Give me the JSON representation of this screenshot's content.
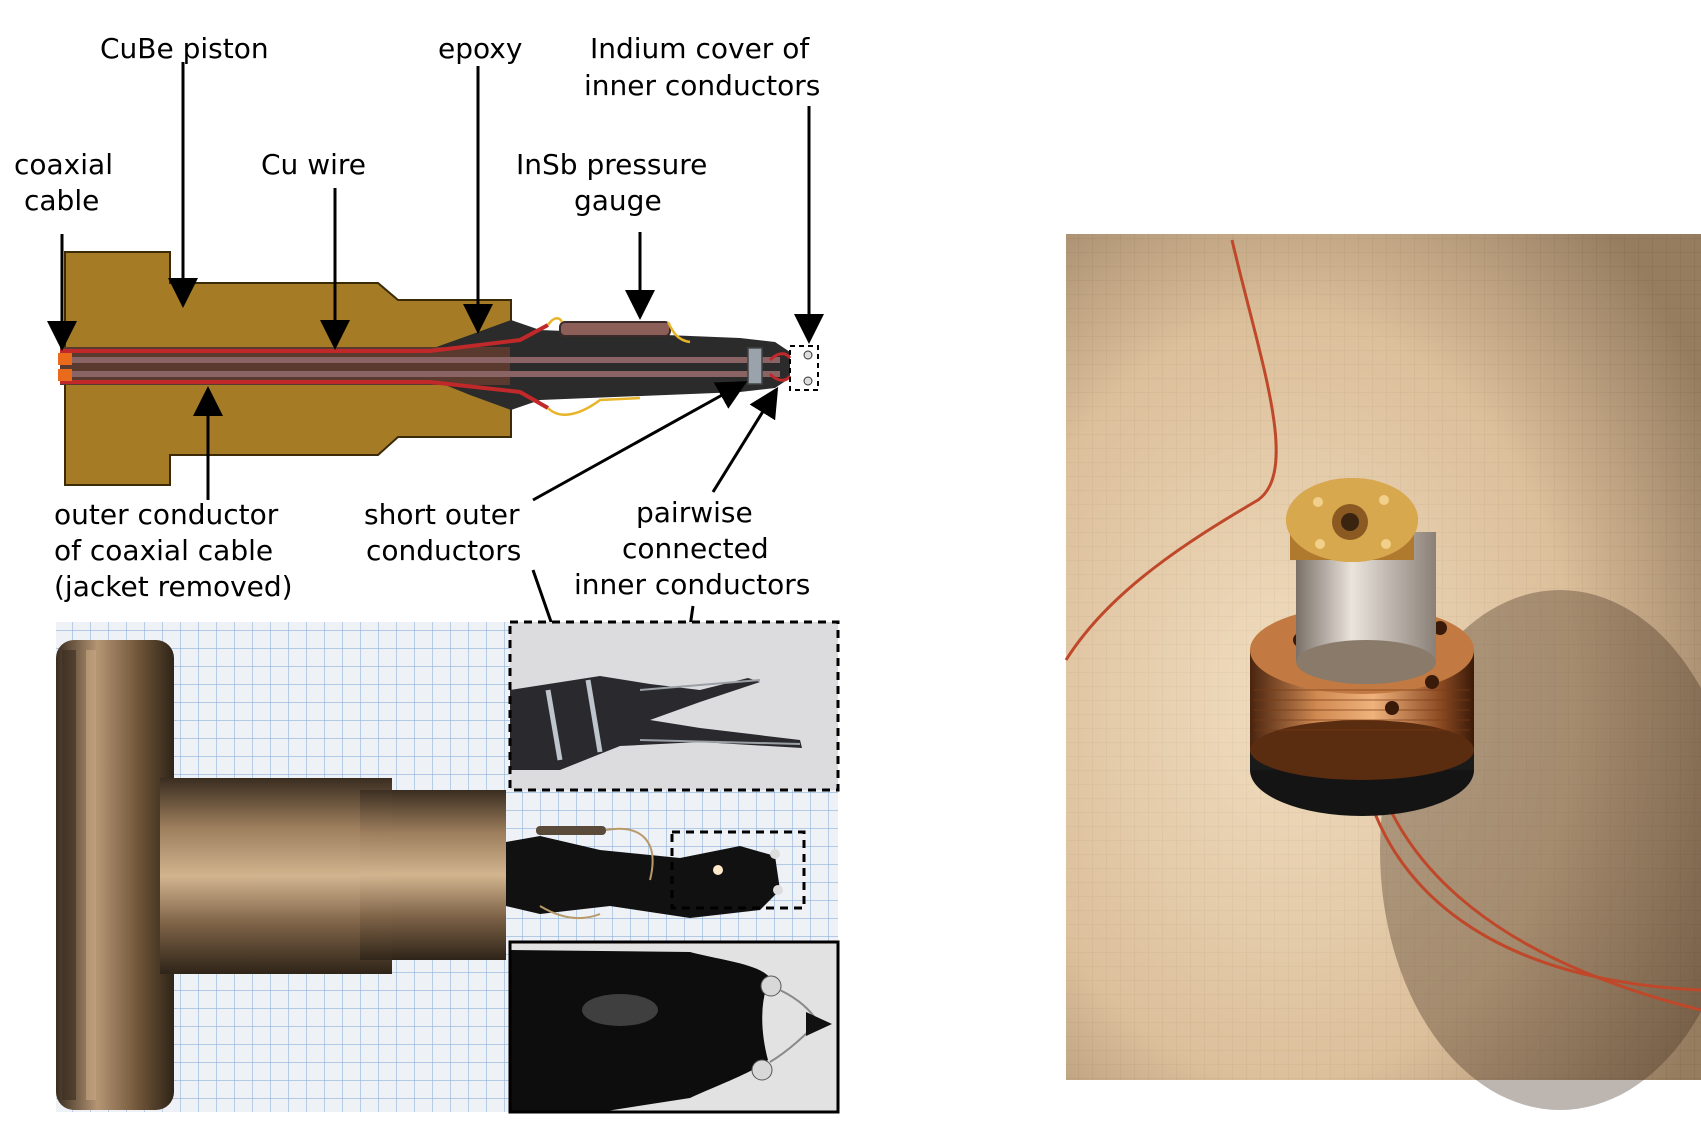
{
  "schematic": {
    "labels": {
      "cube_piston": "CuBe piston",
      "epoxy": "epoxy",
      "indium_line1": "Indium cover of",
      "indium_line2": "inner conductors",
      "coax_line1": "coaxial",
      "coax_line2": "cable",
      "cu_wire": "Cu wire",
      "insb_line1": "InSb pressure",
      "insb_line2": "gauge",
      "outer_line1": "outer conductor",
      "outer_line2": "of coaxial cable",
      "outer_line3": "(jacket removed)",
      "short_line1": "short outer",
      "short_line2": "conductors",
      "pair_line1": "pairwise",
      "pair_line2": "connected",
      "pair_line3": "inner conductors"
    },
    "colors": {
      "piston": "#a57c25",
      "epoxy": "#2b2b2b",
      "wire_red": "#c0282a",
      "coax_core": "#8a6464",
      "gauge": "#8c5e58",
      "indium": "#9aa3ab",
      "outer_tip": "#e86a1a"
    }
  },
  "photos": {
    "photo_piston": "photograph-piston-on-graph-paper",
    "inset_top": "closeup-short-outer-conductors",
    "inset_bottom": "closeup-indium-cover",
    "photo_right": "photograph-assembled-cell"
  }
}
